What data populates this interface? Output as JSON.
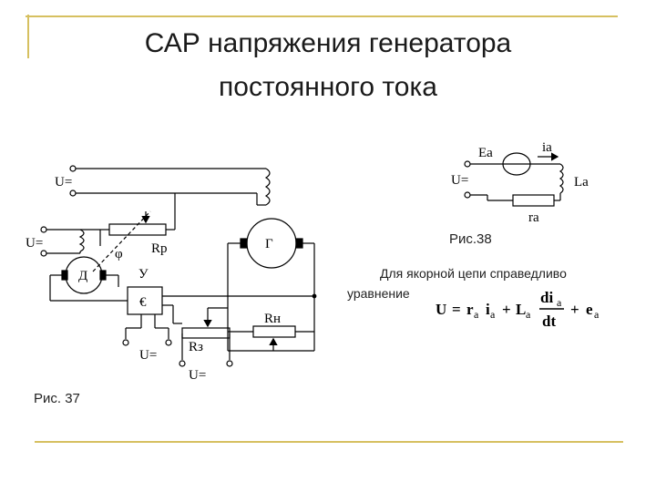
{
  "title": {
    "line1": "САР напряжения генератора",
    "line2": "постоянного тока"
  },
  "captions": {
    "fig37": "Рис. 37",
    "fig38": "Рис.38"
  },
  "note": {
    "line1": "Для якорной цепи справедливо",
    "line2": "уравнение"
  },
  "diagram37": {
    "u_top": "U=",
    "u_left": "U=",
    "rp": "Rр",
    "phi": "φ",
    "motor": "Д",
    "gen": "Г",
    "amp": "У",
    "amp_symbol": "€",
    "rn": "Rн",
    "rz": "Rз",
    "u_mid": "U=",
    "u_bot": "U="
  },
  "diagram38": {
    "ea": "Ea",
    "ia": "ia",
    "la": "La",
    "u": "U=",
    "ra": "ra"
  },
  "equation": {
    "lhs": "U",
    "eq": "=",
    "ra": "r",
    "ra_sub": "a",
    "ia": "i",
    "ia_sub": "a",
    "plus1": "+",
    "la": "L",
    "la_sub": "a",
    "num": "di",
    "num_sub": "a",
    "den": "dt",
    "plus2": "+",
    "ea": "e",
    "ea_sub": "a"
  },
  "colors": {
    "frame": "#d6c060",
    "ink": "#000000"
  }
}
